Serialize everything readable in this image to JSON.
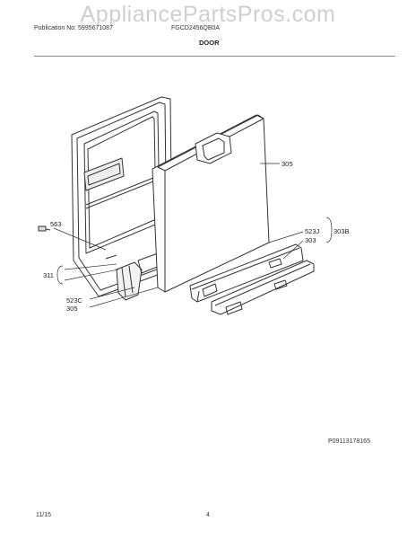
{
  "watermark": "AppliancePartsPros.com",
  "header": {
    "publication": "Publication No: 5995671087",
    "model": "FGCD2456QB0A",
    "section": "DOOR"
  },
  "labels": {
    "l305_top": "305",
    "l563": "563",
    "l311": "311",
    "l523c": "523C",
    "l305_bottom": "305",
    "l523j": "523J",
    "l303": "303",
    "l303b": "303B"
  },
  "diagram_id": "P09113178165",
  "footer": {
    "date": "11/15",
    "page": "4"
  }
}
